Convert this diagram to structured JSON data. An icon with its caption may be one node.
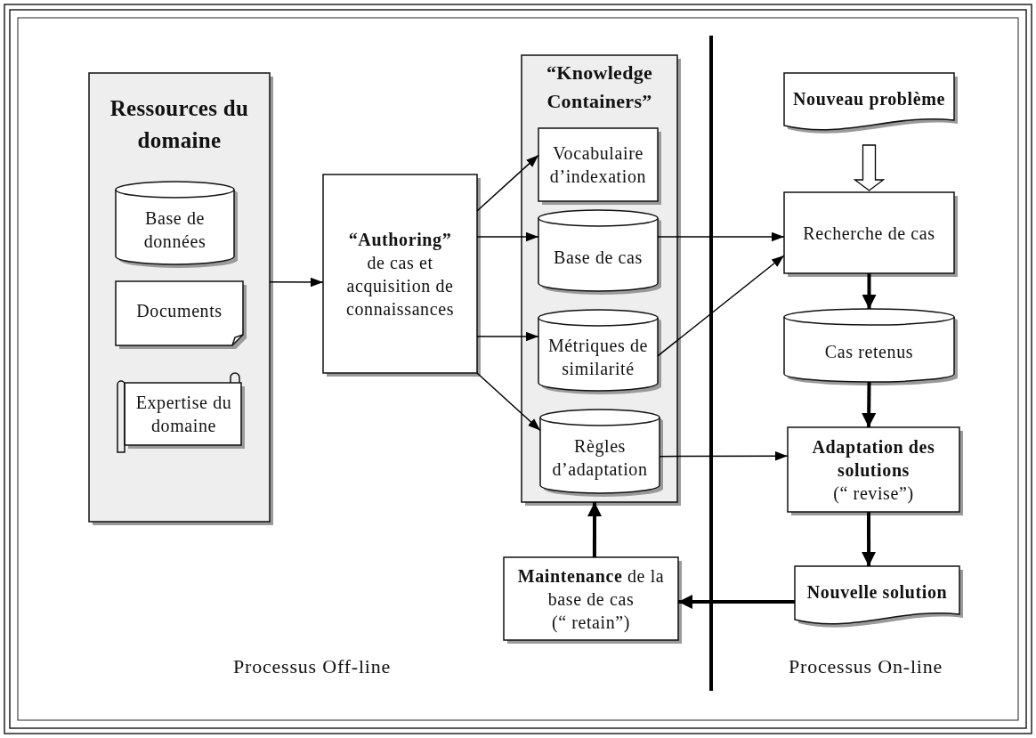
{
  "diagram": {
    "nodes": [
      {
        "text": [
          "Ressources du domaine"
        ]
      },
      {
        "text": [
          "Base de données"
        ],
        "in": 0
      },
      {
        "text": [
          "Documents"
        ],
        "in": 0
      },
      {
        "text": [
          "Expertise du domaine"
        ],
        "in": 0
      },
      {
        "text": [
          "**“Authoring”** de cas et acquisition de connaissances"
        ]
      },
      {
        "text": [
          "“Knowledge Containers”"
        ]
      },
      {
        "text": [
          "Vocabulaire d’indexation"
        ],
        "in": 5
      },
      {
        "text": [
          "Base de cas"
        ],
        "in": 5
      },
      {
        "text": [
          "Métriques de similarité"
        ],
        "in": 5
      },
      {
        "text": [
          "Règles d’adaptation"
        ],
        "in": 5
      },
      {
        "text": [
          "Nouveau problème"
        ]
      },
      {
        "text": [
          "Recherche de cas"
        ]
      },
      {
        "text": [
          "Cas retenus"
        ]
      },
      {
        "text": [
          "Adaptation des solutions",
          "(“ revise”)"
        ]
      },
      {
        "text": [
          "Nouvelle solution"
        ]
      },
      {
        "text": [
          "**Maintenance** de la base de cas",
          "(“ retain”)"
        ]
      }
    ],
    "edges": [
      {
        "from": 0,
        "to": 4,
        "arrow": "to"
      },
      {
        "from": 4,
        "to": 6,
        "arrow": "to"
      },
      {
        "from": 4,
        "to": 7,
        "arrow": "to"
      },
      {
        "from": 4,
        "to": 8,
        "arrow": "to"
      },
      {
        "from": 4,
        "to": 9,
        "arrow": "to"
      },
      {
        "from": 7,
        "to": 11,
        "arrow": "to"
      },
      {
        "from": 8,
        "to": 11,
        "arrow": "to"
      },
      {
        "from": 9,
        "to": 13,
        "arrow": "to"
      },
      {
        "from": 10,
        "to": 11,
        "arrow": "to"
      },
      {
        "from": 11,
        "to": 12,
        "arrow": "to",
        "style": "thick"
      },
      {
        "from": 12,
        "to": 13,
        "arrow": "to",
        "style": "thick"
      },
      {
        "from": 13,
        "to": 14,
        "arrow": "to",
        "style": "thick"
      },
      {
        "from": 14,
        "to": 15,
        "arrow": "to",
        "style": "thick"
      },
      {
        "from": 15,
        "to": 5,
        "arrow": "to",
        "style": "thick"
      }
    ],
    "labels": [
      "Processus Off-line",
      "Processus On-line"
    ]
  }
}
